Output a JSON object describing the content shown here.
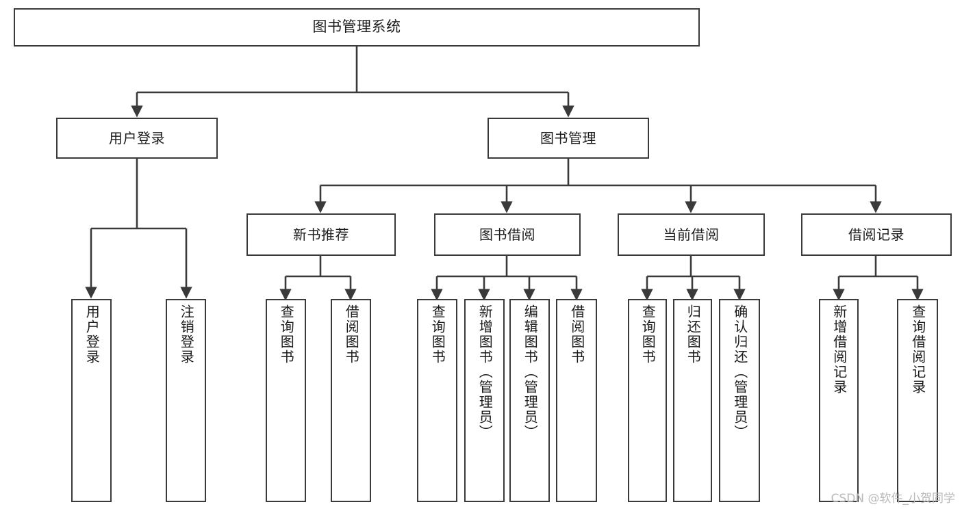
{
  "diagram": {
    "title": "图书管理系统",
    "type": "tree",
    "edge_color": "#3a3a3a",
    "node_border_color": "#3a3a3a",
    "node_fill_color": "#ffffff",
    "background_color": "#ffffff",
    "root": {
      "label": "图书管理系统"
    },
    "level1": [
      {
        "label": "用户登录"
      },
      {
        "label": "图书管理"
      }
    ],
    "level2": [
      {
        "label": "新书推荐"
      },
      {
        "label": "图书借阅"
      },
      {
        "label": "当前借阅"
      },
      {
        "label": "借阅记录"
      }
    ],
    "leaves": {
      "user_login": [
        {
          "label": "用户登录"
        },
        {
          "label": "注销登录"
        }
      ],
      "new_book_recommend": [
        {
          "label": "查询图书"
        },
        {
          "label": "借阅图书"
        }
      ],
      "book_borrow": [
        {
          "label": "查询图书"
        },
        {
          "label": "新增图书（管理员）"
        },
        {
          "label": "编辑图书（管理员）"
        },
        {
          "label": "借阅图书"
        }
      ],
      "current_borrow": [
        {
          "label": "查询图书"
        },
        {
          "label": "归还图书"
        },
        {
          "label": "确认归还（管理员）"
        }
      ],
      "borrow_record": [
        {
          "label": "新增借阅记录"
        },
        {
          "label": "查询借阅记录"
        }
      ]
    }
  },
  "watermark": {
    "text": "CSDN @软件_小贺同学"
  }
}
